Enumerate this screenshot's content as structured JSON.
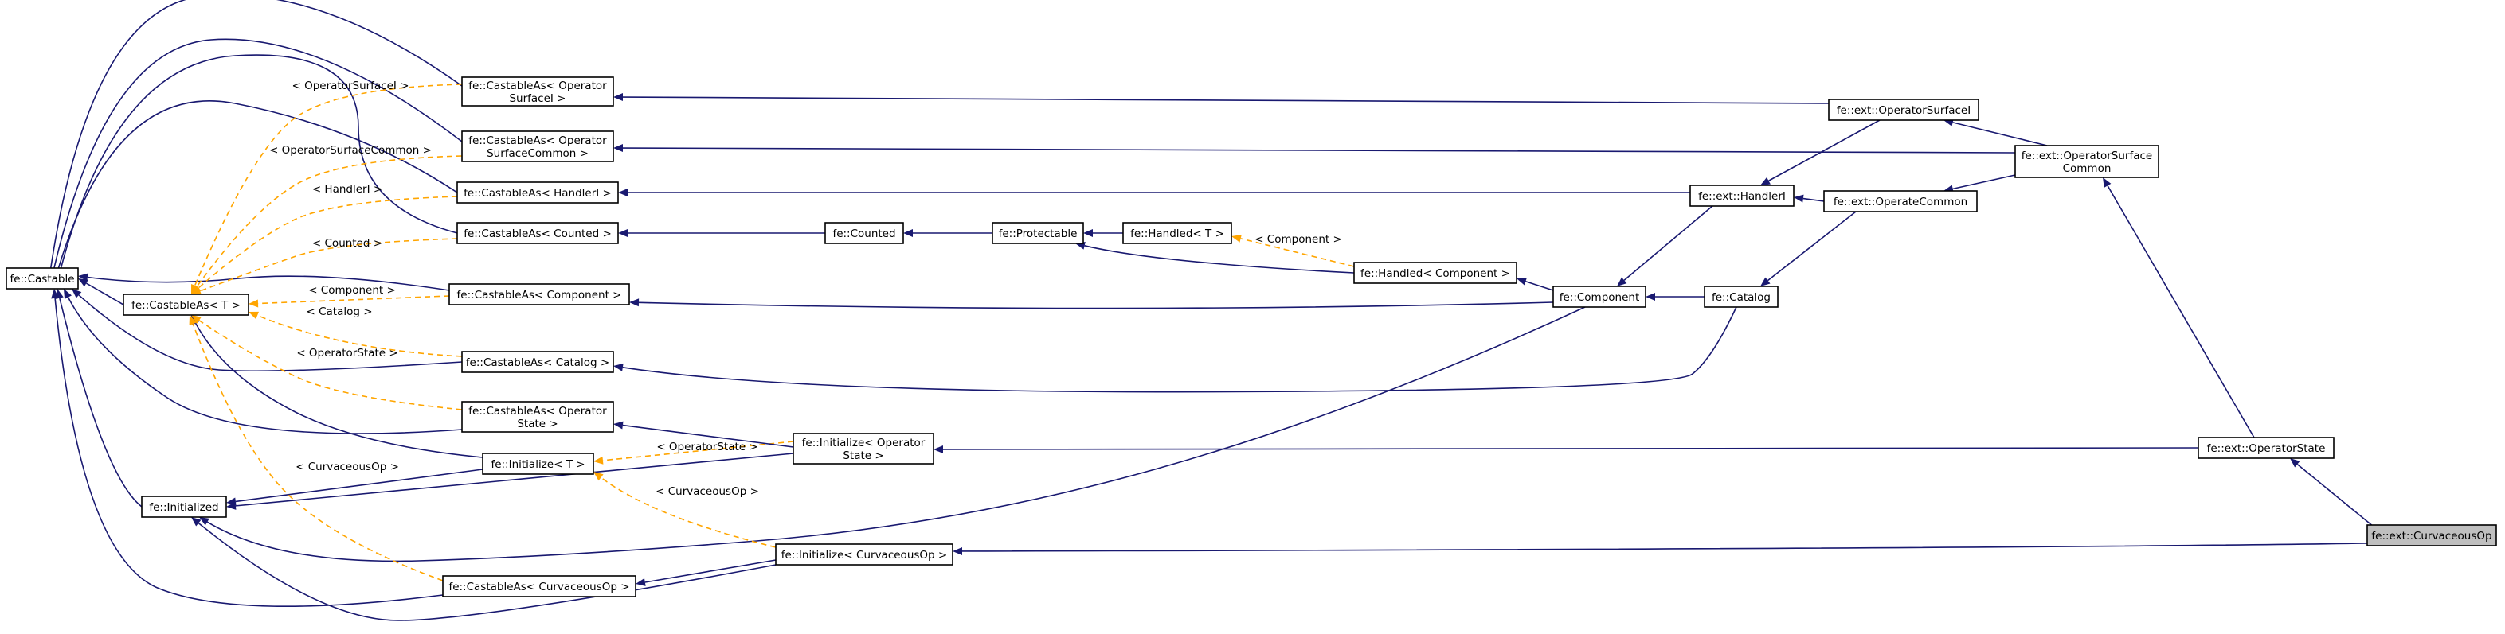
{
  "diagram": {
    "nodes": [
      {
        "id": "castable",
        "lines": [
          "fe::Castable"
        ]
      },
      {
        "id": "castableAsT",
        "lines": [
          "fe::CastableAs< T >"
        ]
      },
      {
        "id": "initialized",
        "lines": [
          "fe::Initialized"
        ]
      },
      {
        "id": "caSurfaceI",
        "lines": [
          "fe::CastableAs< Operator",
          "SurfaceI >"
        ]
      },
      {
        "id": "caSurfaceCommon",
        "lines": [
          "fe::CastableAs< Operator",
          "SurfaceCommon >"
        ]
      },
      {
        "id": "caHandlerI",
        "lines": [
          "fe::CastableAs< HandlerI >"
        ]
      },
      {
        "id": "caCounted",
        "lines": [
          "fe::CastableAs< Counted >"
        ]
      },
      {
        "id": "caComponent",
        "lines": [
          "fe::CastableAs< Component >"
        ]
      },
      {
        "id": "caCatalog",
        "lines": [
          "fe::CastableAs< Catalog >"
        ]
      },
      {
        "id": "caOperatorState",
        "lines": [
          "fe::CastableAs< Operator",
          "State >"
        ]
      },
      {
        "id": "initT",
        "lines": [
          "fe::Initialize< T >"
        ]
      },
      {
        "id": "caCurvaceous",
        "lines": [
          "fe::CastableAs< CurvaceousOp >"
        ]
      },
      {
        "id": "initOperatorState",
        "lines": [
          "fe::Initialize< Operator",
          "State >"
        ]
      },
      {
        "id": "initCurvaceous",
        "lines": [
          "fe::Initialize< CurvaceousOp >"
        ]
      },
      {
        "id": "counted",
        "lines": [
          "fe::Counted"
        ]
      },
      {
        "id": "protectable",
        "lines": [
          "fe::Protectable"
        ]
      },
      {
        "id": "handledT",
        "lines": [
          "fe::Handled< T >"
        ]
      },
      {
        "id": "handledComponent",
        "lines": [
          "fe::Handled< Component >"
        ]
      },
      {
        "id": "component",
        "lines": [
          "fe::Component"
        ]
      },
      {
        "id": "catalog",
        "lines": [
          "fe::Catalog"
        ]
      },
      {
        "id": "handlerI",
        "lines": [
          "fe::ext::HandlerI"
        ]
      },
      {
        "id": "operateCommon",
        "lines": [
          "fe::ext::OperateCommon"
        ]
      },
      {
        "id": "surfaceI",
        "lines": [
          "fe::ext::OperatorSurfaceI"
        ]
      },
      {
        "id": "surfaceCommon",
        "lines": [
          "fe::ext::OperatorSurface",
          "Common"
        ]
      },
      {
        "id": "operatorState",
        "lines": [
          "fe::ext::OperatorState"
        ]
      },
      {
        "id": "curvaceousOp",
        "lines": [
          "fe::ext::CurvaceousOp"
        ],
        "highlight": true
      }
    ],
    "edges": [
      {
        "from": "castableAsT",
        "to": "castable",
        "kind": "inherit"
      },
      {
        "from": "initialized",
        "to": "castable",
        "kind": "inherit"
      },
      {
        "from": "caSurfaceI",
        "to": "castable",
        "kind": "inherit"
      },
      {
        "from": "caSurfaceCommon",
        "to": "castable",
        "kind": "inherit"
      },
      {
        "from": "caHandlerI",
        "to": "castable",
        "kind": "inherit"
      },
      {
        "from": "caCounted",
        "to": "castable",
        "kind": "inherit"
      },
      {
        "from": "caComponent",
        "to": "castable",
        "kind": "inherit"
      },
      {
        "from": "caCatalog",
        "to": "castable",
        "kind": "inherit"
      },
      {
        "from": "caOperatorState",
        "to": "castable",
        "kind": "inherit"
      },
      {
        "from": "caCurvaceous",
        "to": "castable",
        "kind": "inherit"
      },
      {
        "from": "initT",
        "to": "initialized",
        "kind": "inherit"
      },
      {
        "from": "initOperatorState",
        "to": "initialized",
        "kind": "inherit"
      },
      {
        "from": "initCurvaceous",
        "to": "initialized",
        "kind": "inherit"
      },
      {
        "from": "component",
        "to": "initialized",
        "kind": "inherit"
      },
      {
        "from": "initT",
        "to": "castableAsT",
        "kind": "inherit"
      },
      {
        "from": "caSurfaceI",
        "to": "castableAsT",
        "kind": "template",
        "label": "< OperatorSurfaceI >"
      },
      {
        "from": "caSurfaceCommon",
        "to": "castableAsT",
        "kind": "template",
        "label": "< OperatorSurfaceCommon >"
      },
      {
        "from": "caHandlerI",
        "to": "castableAsT",
        "kind": "template",
        "label": "< HandlerI >"
      },
      {
        "from": "caCounted",
        "to": "castableAsT",
        "kind": "template",
        "label": "< Counted >"
      },
      {
        "from": "caComponent",
        "to": "castableAsT",
        "kind": "template",
        "label": "< Component >"
      },
      {
        "from": "caCatalog",
        "to": "castableAsT",
        "kind": "template",
        "label": "< Catalog >"
      },
      {
        "from": "caOperatorState",
        "to": "castableAsT",
        "kind": "template",
        "label": "< OperatorState >"
      },
      {
        "from": "caCurvaceous",
        "to": "castableAsT",
        "kind": "template",
        "label": "< CurvaceousOp >"
      },
      {
        "from": "initOperatorState",
        "to": "initT",
        "kind": "template",
        "label": "< OperatorState >"
      },
      {
        "from": "initCurvaceous",
        "to": "initT",
        "kind": "template",
        "label": "< CurvaceousOp >"
      },
      {
        "from": "initOperatorState",
        "to": "caOperatorState",
        "kind": "inherit"
      },
      {
        "from": "initCurvaceous",
        "to": "caCurvaceous",
        "kind": "inherit"
      },
      {
        "from": "protectable",
        "to": "counted",
        "kind": "inherit"
      },
      {
        "from": "counted",
        "to": "caCounted",
        "kind": "inherit"
      },
      {
        "from": "handledT",
        "to": "protectable",
        "kind": "inherit"
      },
      {
        "from": "handledComponent",
        "to": "protectable",
        "kind": "inherit"
      },
      {
        "from": "handledComponent",
        "to": "handledT",
        "kind": "template",
        "label": "< Component >"
      },
      {
        "from": "component",
        "to": "handledComponent",
        "kind": "inherit"
      },
      {
        "from": "component",
        "to": "caComponent",
        "kind": "inherit"
      },
      {
        "from": "catalog",
        "to": "component",
        "kind": "inherit"
      },
      {
        "from": "catalog",
        "to": "caCatalog",
        "kind": "inherit"
      },
      {
        "from": "handlerI",
        "to": "component",
        "kind": "inherit"
      },
      {
        "from": "handlerI",
        "to": "caHandlerI",
        "kind": "inherit"
      },
      {
        "from": "operateCommon",
        "to": "handlerI",
        "kind": "inherit"
      },
      {
        "from": "operateCommon",
        "to": "catalog",
        "kind": "inherit"
      },
      {
        "from": "surfaceI",
        "to": "handlerI",
        "kind": "inherit"
      },
      {
        "from": "surfaceI",
        "to": "caSurfaceI",
        "kind": "inherit"
      },
      {
        "from": "surfaceCommon",
        "to": "surfaceI",
        "kind": "inherit"
      },
      {
        "from": "surfaceCommon",
        "to": "operateCommon",
        "kind": "inherit"
      },
      {
        "from": "surfaceCommon",
        "to": "caSurfaceCommon",
        "kind": "inherit"
      },
      {
        "from": "operatorState",
        "to": "surfaceCommon",
        "kind": "inherit"
      },
      {
        "from": "operatorState",
        "to": "initOperatorState",
        "kind": "inherit"
      },
      {
        "from": "curvaceousOp",
        "to": "operatorState",
        "kind": "inherit"
      },
      {
        "from": "curvaceousOp",
        "to": "initCurvaceous",
        "kind": "inherit"
      }
    ]
  },
  "colors": {
    "inherit_edge": "#191970",
    "template_edge": "#ffa500",
    "node_border": "#000000",
    "highlight_fill": "#bfbfbf"
  }
}
